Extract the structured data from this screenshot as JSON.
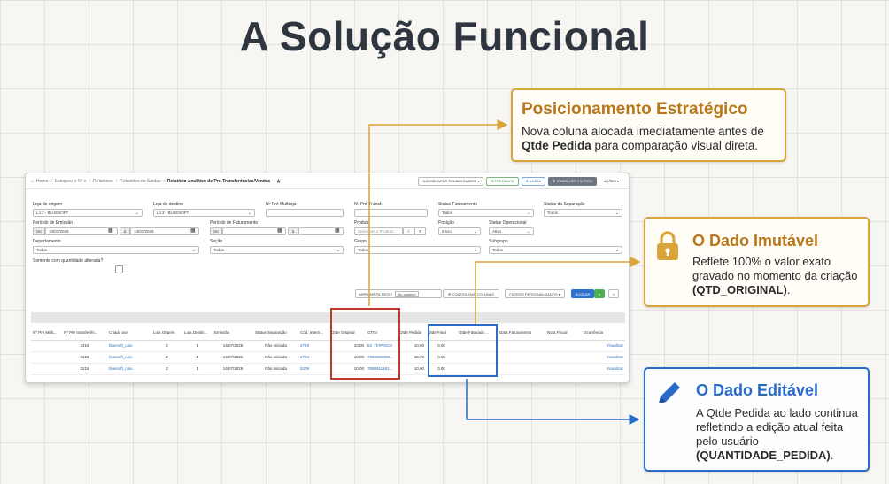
{
  "slide": {
    "title": "A Solução Funcional"
  },
  "topbar": {
    "breadcrumb": [
      "Home",
      "Estoques e Nº e",
      "Relatórios",
      "Relatórios de Saídas"
    ],
    "current_page": "Relatório Analítico de Pré-Transferências/Vendas",
    "star": "★",
    "buttons": {
      "dashboards": "DASHBOARDS RELACIONADOS ▾",
      "feedback": "✉ FEEDBACK",
      "ajuda": "⊕ AJUDA",
      "recolher": "▼ RECOLHER FILTROS",
      "acoes": "AÇÕES ▾"
    }
  },
  "filters": {
    "loja_origem": {
      "label": "Loja de origem",
      "value": "LJ.3 - BLUESOFT"
    },
    "loja_destino": {
      "label": "Loja de destino",
      "value": "LJ.3 - BLUESOFT"
    },
    "pre_multiloja": {
      "label": "Nº Pré Multiloja",
      "value": ""
    },
    "pre_transf": {
      "label": "Nº Pré-Transf.",
      "value": ""
    },
    "status_faturamento": {
      "label": "Status Faturamento",
      "value": "Todos"
    },
    "status_separacao": {
      "label": "Status da Separação",
      "value": "Todos"
    },
    "periodo_emissao": {
      "label": "Período de Emissão",
      "de": "De",
      "from": "10/07/2026",
      "ate": "à",
      "to": "14/07/2026"
    },
    "periodo_faturamento": {
      "label": "Período de Faturamento",
      "de": "De",
      "ate": "à"
    },
    "produto": {
      "label": "Produto",
      "placeholder": "Selecione o Produto"
    },
    "posicao": {
      "label": "Posição",
      "value": "Início"
    },
    "status_operacional": {
      "label": "Status Operacional",
      "value": "Ativo"
    },
    "departamento": {
      "label": "Departamento",
      "value": "Todos"
    },
    "secao": {
      "label": "Seção",
      "value": "Todos"
    },
    "grupo": {
      "label": "Grupo",
      "value": "Todos"
    },
    "subgrupo": {
      "label": "Subgrupo",
      "value": "Todos"
    },
    "somente_alterada": {
      "label": "Somente com quantidade alterada?"
    }
  },
  "actions": {
    "imprimir": "IMPRIMIR FILTROS?",
    "imprimir_value": "No começo",
    "configurar": "⚙ CONFIGURAR COLUNAS",
    "filtros_pers": "FILTROS PERSONALIZADOS ▾",
    "buscar": "BUSCAR",
    "buscar_dd": "▾",
    "extra": "⌕"
  },
  "table": {
    "headers": [
      "Nº Pré Mult...",
      "Nº Pre transferên...",
      "Criado por",
      "Loja Origem",
      "Loja Destin...",
      "Emissão",
      "Status Separação",
      "Cód. Intern...",
      "Qtde Original",
      "GTIN",
      "Qtde Pedida",
      "Qtde Final",
      "Qtde Faturado ...",
      "Data Faturamento",
      "Nota Fiscal",
      "Ocorrência"
    ],
    "rows": [
      [
        "",
        "2218",
        "bluesoft_caio",
        "2",
        "3",
        "14/07/2026",
        "Não iniciada",
        "2749",
        "10,00",
        "62 - TAPIOCA",
        "10,00",
        "0,00",
        "",
        "",
        "",
        "Visualizar"
      ],
      [
        "",
        "2218",
        "bluesoft_caio",
        "2",
        "3",
        "14/07/2026",
        "Não iniciada",
        "2754",
        "10,00",
        "7896966098...",
        "10,00",
        "0,00",
        "",
        "",
        "",
        "Visualizar"
      ],
      [
        "",
        "2218",
        "bluesoft_caio",
        "2",
        "3",
        "14/07/2026",
        "Não iniciada",
        "5209",
        "10,00",
        "7898911681...",
        "10,00",
        "0,00",
        "",
        "",
        "",
        "Visualizar"
      ]
    ]
  },
  "callouts": {
    "posicionamento": {
      "title": "Posicionamento Estratégico",
      "body_1": "Nova coluna alocada imediatamente antes de",
      "body_bold": "Qtde Pedida",
      "body_2": " para comparação visual direta."
    },
    "imutavel": {
      "title": "O Dado Imutável",
      "body_1": "Reflete 100% o valor exato gravado no momento da criação",
      "body_bold": "(QTD_ORIGINAL)",
      "body_2": ".",
      "icon": "lock-icon"
    },
    "editavel": {
      "title": "O Dado Editável",
      "body_1": "A Qtde Pedida ao lado continua refletindo a edição atual feita pelo usuário",
      "body_bold": "(QUANTIDADE_PEDIDA)",
      "body_2": ".",
      "icon": "pencil-icon"
    }
  },
  "colors": {
    "title": "#2f3640",
    "gold_accent": "#b7771c",
    "gold_border": "#d9a43a",
    "blue_accent": "#2a6bc9",
    "red_highlight": "#c0392b"
  }
}
